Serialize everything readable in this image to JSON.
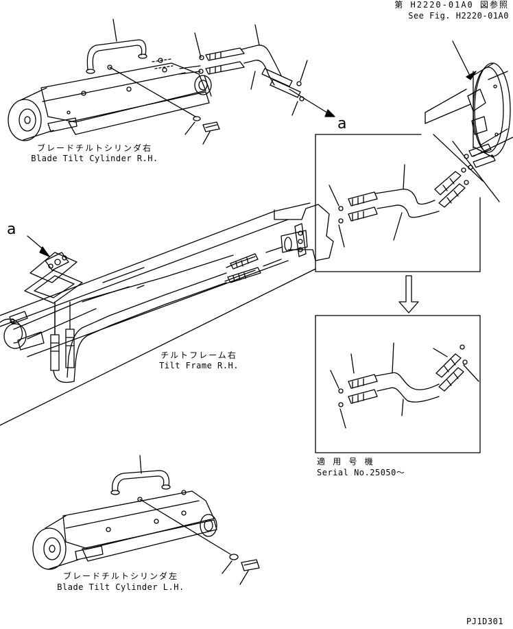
{
  "reference": {
    "jp": "第 H2220-01A0 図参照",
    "en": "See Fig. H2220-01A0"
  },
  "callout_letter": "a",
  "blade_tilt_cylinder_rh": {
    "jp": "ブレードチルトシリンダ右",
    "en": "Blade Tilt Cylinder R.H."
  },
  "tilt_frame_rh": {
    "jp": "チルトフレーム右",
    "en": "Tilt Frame R.H."
  },
  "serial": {
    "jp": "適 用 号 機",
    "en": "Serial No.25050～"
  },
  "blade_tilt_cylinder_lh": {
    "jp": "ブレードチルトシリンダ左",
    "en": "Blade Tilt Cylinder L.H."
  },
  "page_code": "PJ1D301",
  "icons": [
    "down-arrow-icon",
    "cylinder-drawing",
    "hose-drawing",
    "frame-drawing"
  ]
}
